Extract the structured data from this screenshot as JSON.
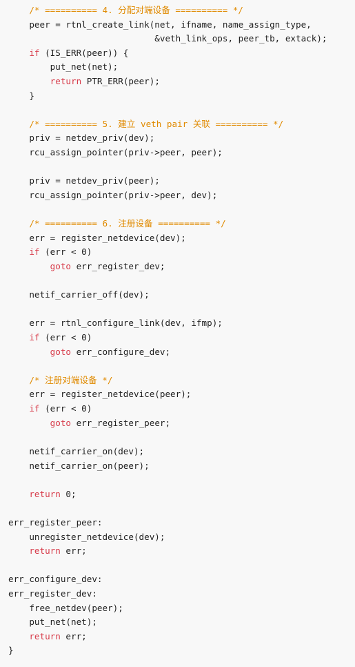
{
  "colors": {
    "background": "#f8f8f8",
    "text": "#1f1f1f",
    "comment": "#e08a00",
    "keyword": "#d73a49"
  },
  "code": {
    "lines": [
      [
        {
          "t": "    ",
          "c": "plain"
        },
        {
          "t": "/* ========== 4. 分配对端设备 ========== */",
          "c": "comment"
        }
      ],
      [
        {
          "t": "    peer = rtnl_create_link(net, ifname, name_assign_type,",
          "c": "plain"
        }
      ],
      [
        {
          "t": "                            &veth_link_ops, peer_tb, extack);",
          "c": "plain"
        }
      ],
      [
        {
          "t": "    ",
          "c": "plain"
        },
        {
          "t": "if",
          "c": "keyword"
        },
        {
          "t": " (IS_ERR(peer)) {",
          "c": "plain"
        }
      ],
      [
        {
          "t": "        put_net(net);",
          "c": "plain"
        }
      ],
      [
        {
          "t": "        ",
          "c": "plain"
        },
        {
          "t": "return",
          "c": "keyword"
        },
        {
          "t": " PTR_ERR(peer);",
          "c": "plain"
        }
      ],
      [
        {
          "t": "    }",
          "c": "plain"
        }
      ],
      [
        {
          "t": "",
          "c": "plain"
        }
      ],
      [
        {
          "t": "    ",
          "c": "plain"
        },
        {
          "t": "/* ========== 5. 建立 veth pair 关联 ========== */",
          "c": "comment"
        }
      ],
      [
        {
          "t": "    priv = netdev_priv(dev);",
          "c": "plain"
        }
      ],
      [
        {
          "t": "    rcu_assign_pointer(priv->peer, peer);",
          "c": "plain"
        }
      ],
      [
        {
          "t": "",
          "c": "plain"
        }
      ],
      [
        {
          "t": "    priv = netdev_priv(peer);",
          "c": "plain"
        }
      ],
      [
        {
          "t": "    rcu_assign_pointer(priv->peer, dev);",
          "c": "plain"
        }
      ],
      [
        {
          "t": "",
          "c": "plain"
        }
      ],
      [
        {
          "t": "    ",
          "c": "plain"
        },
        {
          "t": "/* ========== 6. 注册设备 ========== */",
          "c": "comment"
        }
      ],
      [
        {
          "t": "    err = register_netdevice(dev);",
          "c": "plain"
        }
      ],
      [
        {
          "t": "    ",
          "c": "plain"
        },
        {
          "t": "if",
          "c": "keyword"
        },
        {
          "t": " (err < 0)",
          "c": "plain"
        }
      ],
      [
        {
          "t": "        ",
          "c": "plain"
        },
        {
          "t": "goto",
          "c": "keyword"
        },
        {
          "t": " err_register_dev;",
          "c": "plain"
        }
      ],
      [
        {
          "t": "",
          "c": "plain"
        }
      ],
      [
        {
          "t": "    netif_carrier_off(dev);",
          "c": "plain"
        }
      ],
      [
        {
          "t": "",
          "c": "plain"
        }
      ],
      [
        {
          "t": "    err = rtnl_configure_link(dev, ifmp);",
          "c": "plain"
        }
      ],
      [
        {
          "t": "    ",
          "c": "plain"
        },
        {
          "t": "if",
          "c": "keyword"
        },
        {
          "t": " (err < 0)",
          "c": "plain"
        }
      ],
      [
        {
          "t": "        ",
          "c": "plain"
        },
        {
          "t": "goto",
          "c": "keyword"
        },
        {
          "t": " err_configure_dev;",
          "c": "plain"
        }
      ],
      [
        {
          "t": "",
          "c": "plain"
        }
      ],
      [
        {
          "t": "    ",
          "c": "plain"
        },
        {
          "t": "/* 注册对端设备 */",
          "c": "comment"
        }
      ],
      [
        {
          "t": "    err = register_netdevice(peer);",
          "c": "plain"
        }
      ],
      [
        {
          "t": "    ",
          "c": "plain"
        },
        {
          "t": "if",
          "c": "keyword"
        },
        {
          "t": " (err < 0)",
          "c": "plain"
        }
      ],
      [
        {
          "t": "        ",
          "c": "plain"
        },
        {
          "t": "goto",
          "c": "keyword"
        },
        {
          "t": " err_register_peer;",
          "c": "plain"
        }
      ],
      [
        {
          "t": "",
          "c": "plain"
        }
      ],
      [
        {
          "t": "    netif_carrier_on(dev);",
          "c": "plain"
        }
      ],
      [
        {
          "t": "    netif_carrier_on(peer);",
          "c": "plain"
        }
      ],
      [
        {
          "t": "",
          "c": "plain"
        }
      ],
      [
        {
          "t": "    ",
          "c": "plain"
        },
        {
          "t": "return",
          "c": "keyword"
        },
        {
          "t": " 0;",
          "c": "plain"
        }
      ],
      [
        {
          "t": "",
          "c": "plain"
        }
      ],
      [
        {
          "t": "err_register_peer:",
          "c": "plain"
        }
      ],
      [
        {
          "t": "    unregister_netdevice(dev);",
          "c": "plain"
        }
      ],
      [
        {
          "t": "    ",
          "c": "plain"
        },
        {
          "t": "return",
          "c": "keyword"
        },
        {
          "t": " err;",
          "c": "plain"
        }
      ],
      [
        {
          "t": "",
          "c": "plain"
        }
      ],
      [
        {
          "t": "err_configure_dev:",
          "c": "plain"
        }
      ],
      [
        {
          "t": "err_register_dev:",
          "c": "plain"
        }
      ],
      [
        {
          "t": "    free_netdev(peer);",
          "c": "plain"
        }
      ],
      [
        {
          "t": "    put_net(net);",
          "c": "plain"
        }
      ],
      [
        {
          "t": "    ",
          "c": "plain"
        },
        {
          "t": "return",
          "c": "keyword"
        },
        {
          "t": " err;",
          "c": "plain"
        }
      ],
      [
        {
          "t": "}",
          "c": "plain"
        }
      ]
    ]
  }
}
